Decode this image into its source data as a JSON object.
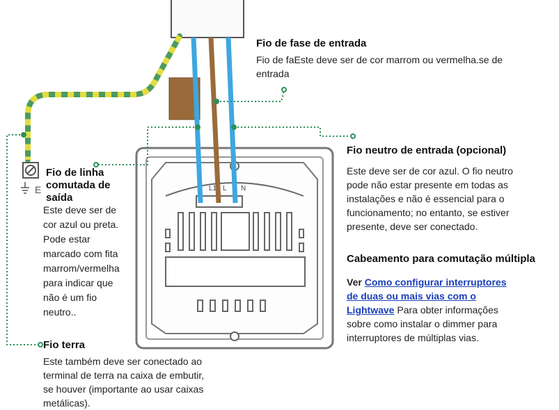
{
  "labels": {
    "fase": {
      "title": "Fio de fase de entrada",
      "body": "Fio de faEste deve ser de cor marrom ou vermelha.se de entrada"
    },
    "neutro": {
      "title": "Fio neutro de entrada (opcional)",
      "body": "Este deve ser de cor azul. O fio neutro pode não estar presente em todas as instalações e não é essencial para o funcionamento; no entanto, se estiver presente, deve ser conectado."
    },
    "linha": {
      "title": "Fio de linha comutada de saída",
      "body": "Este deve ser de cor azul ou preta. Pode estar marcado com fita marrom/vermelha para indicar que não é um fio neutro.."
    },
    "terra": {
      "title": "Fio terra",
      "body": "Este também deve ser conectado ao terminal de terra na caixa de embutir, se houver (importante ao usar caixas metálicas)."
    },
    "multi": {
      "title": "Cabeamento para comutação múltipla",
      "ver": "Ver",
      "link": "Como configurar interruptores de duas ou mais vias com o Lightwave",
      "body": "Para obter informações sobre como instalar o dimmer para interruptores de múltiplas vias."
    }
  },
  "terminal_marks": {
    "l1": "L1",
    "l": "L",
    "n": "N",
    "earth": "E"
  },
  "colors": {
    "blue": "#3ea7e0",
    "brown": "#9a6a3a",
    "green": "#4a9a62",
    "yellow": "#e3dd3e",
    "dot": "#2e8f57"
  }
}
